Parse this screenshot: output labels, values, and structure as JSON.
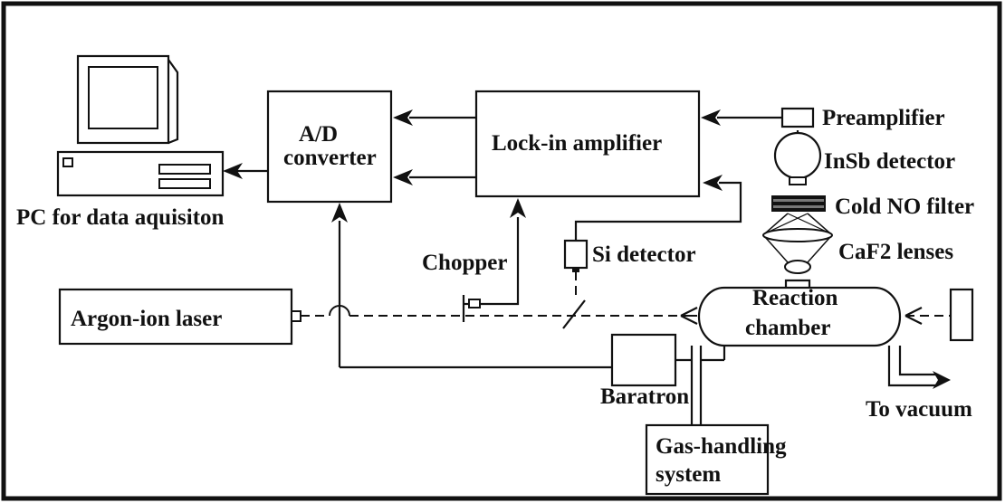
{
  "labels": {
    "ad_converter_line1": "A/D",
    "ad_converter_line2": "converter",
    "lockin": "Lock-in amplifier",
    "preamp": "Preamplifier",
    "insb": "InSb detector",
    "cold_no": "Cold NO filter",
    "caf2": "CaF2 lenses",
    "pc": "PC for data aquisiton",
    "chopper": "Chopper",
    "si_detector": "Si detector",
    "laser": "Argon-ion laser",
    "reaction_line1": "Reaction",
    "reaction_line2": "chamber",
    "baratron": "Baratron",
    "vacuum": "To vacuum",
    "gas_line1": "Gas-handling",
    "gas_line2": "system"
  }
}
